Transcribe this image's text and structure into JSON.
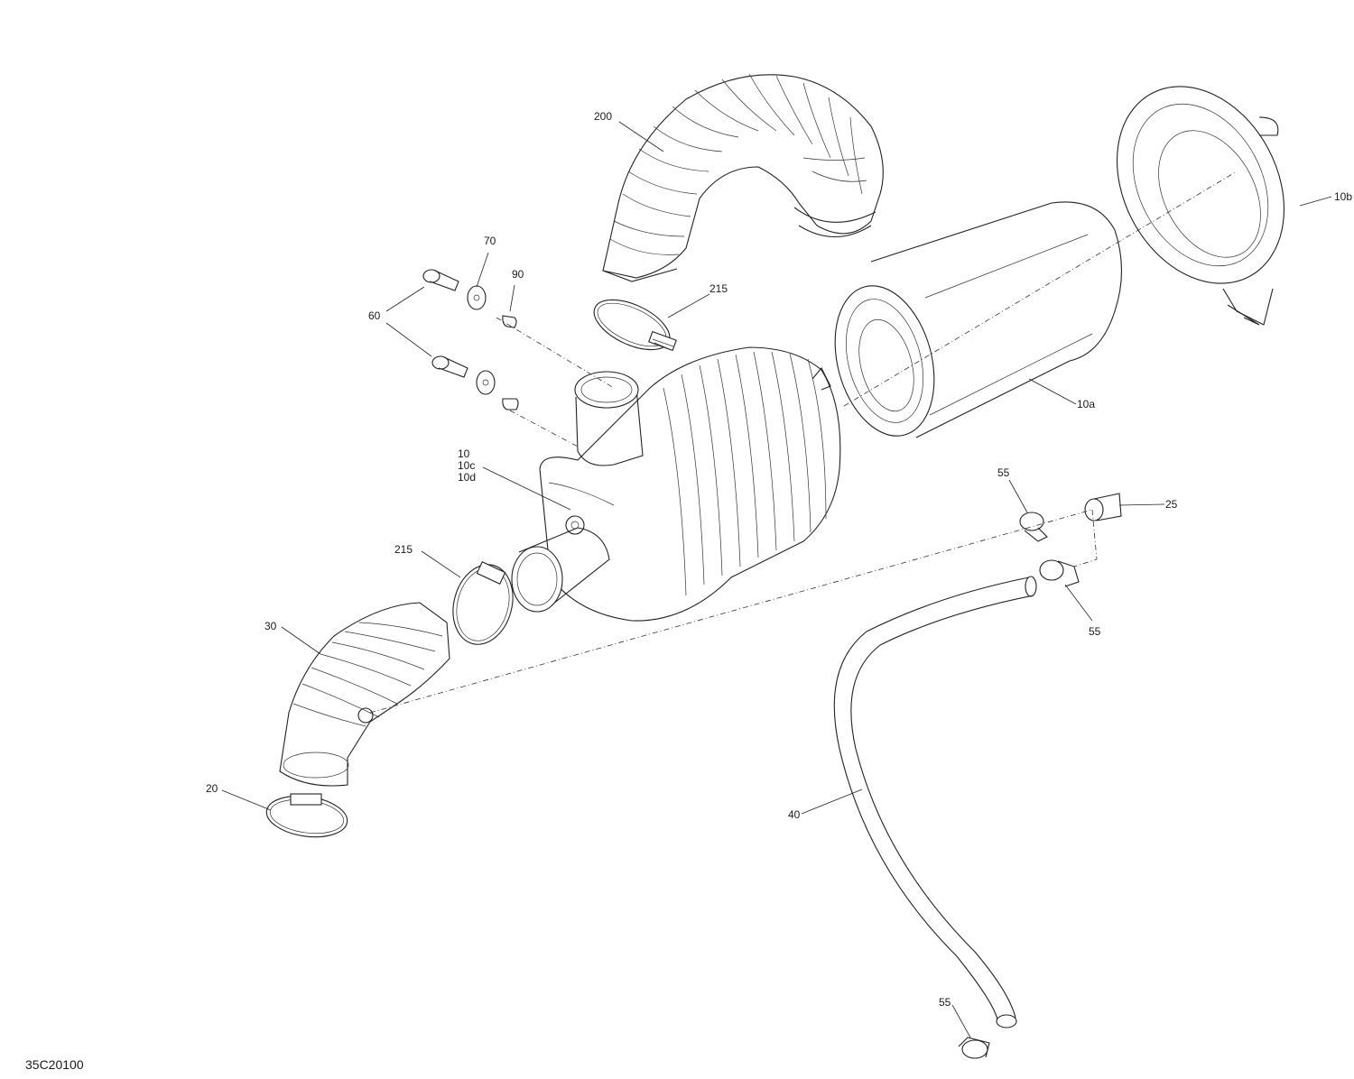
{
  "diagram_code": "35C20100",
  "callouts": [
    {
      "id": "200",
      "text": "200"
    },
    {
      "id": "70",
      "text": "70"
    },
    {
      "id": "90",
      "text": "90"
    },
    {
      "id": "215a",
      "text": "215"
    },
    {
      "id": "60",
      "text": "60"
    },
    {
      "id": "10b",
      "text": "10b"
    },
    {
      "id": "10a",
      "text": "10a"
    },
    {
      "id": "10",
      "text": "10\n10c\n10d"
    },
    {
      "id": "215b",
      "text": "215"
    },
    {
      "id": "55a",
      "text": "55"
    },
    {
      "id": "25",
      "text": "25"
    },
    {
      "id": "55b",
      "text": "55"
    },
    {
      "id": "30",
      "text": "30"
    },
    {
      "id": "20",
      "text": "20"
    },
    {
      "id": "40",
      "text": "40"
    },
    {
      "id": "55c",
      "text": "55"
    }
  ]
}
